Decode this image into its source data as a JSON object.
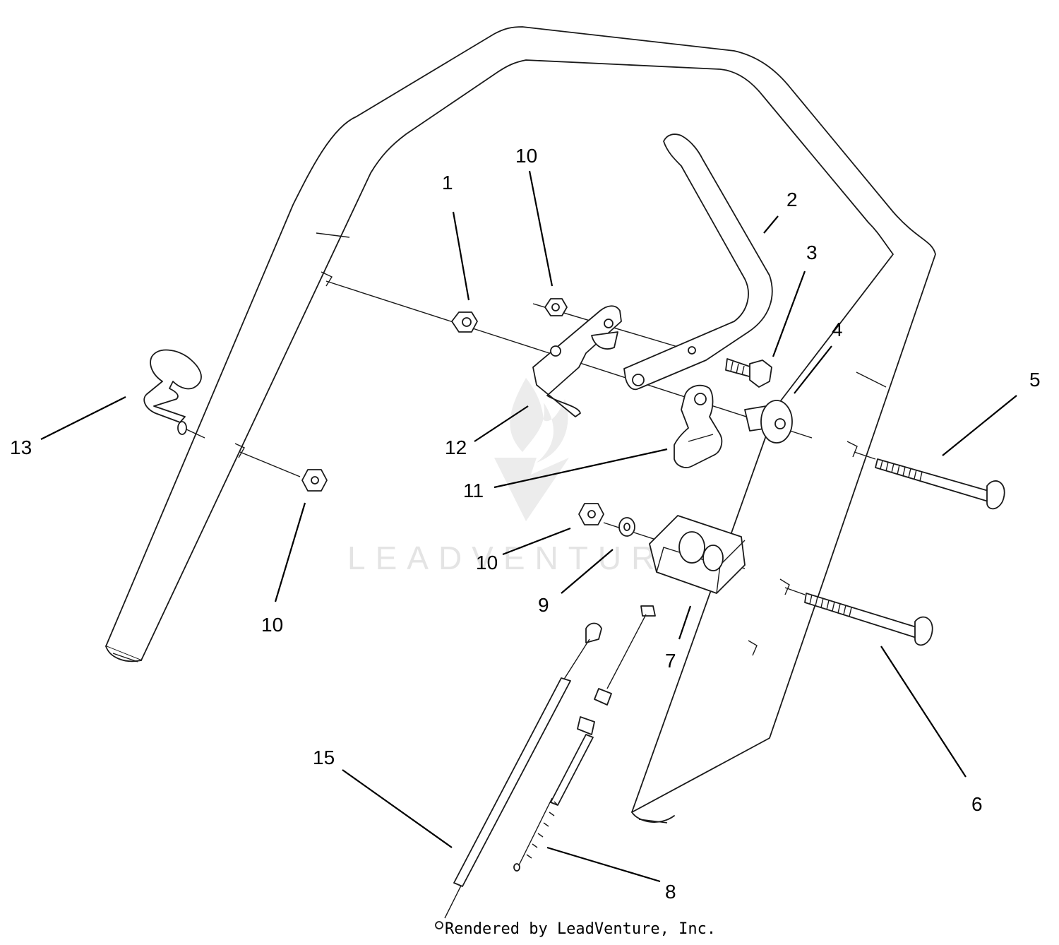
{
  "callouts": [
    {
      "id": "c1",
      "label": "1"
    },
    {
      "id": "c2",
      "label": "2"
    },
    {
      "id": "c3",
      "label": "3"
    },
    {
      "id": "c4",
      "label": "4"
    },
    {
      "id": "c5",
      "label": "5"
    },
    {
      "id": "c6",
      "label": "6"
    },
    {
      "id": "c7",
      "label": "7"
    },
    {
      "id": "c8",
      "label": "8"
    },
    {
      "id": "c9",
      "label": "9"
    },
    {
      "id": "c10a",
      "label": "10"
    },
    {
      "id": "c10b",
      "label": "10"
    },
    {
      "id": "c10c",
      "label": "10"
    },
    {
      "id": "c11",
      "label": "11"
    },
    {
      "id": "c12",
      "label": "12"
    },
    {
      "id": "c13",
      "label": "13"
    },
    {
      "id": "c15",
      "label": "15"
    }
  ],
  "watermark": {
    "text": "LEADVENTURE"
  },
  "footer": {
    "text": "Rendered by LeadVenture, Inc."
  }
}
